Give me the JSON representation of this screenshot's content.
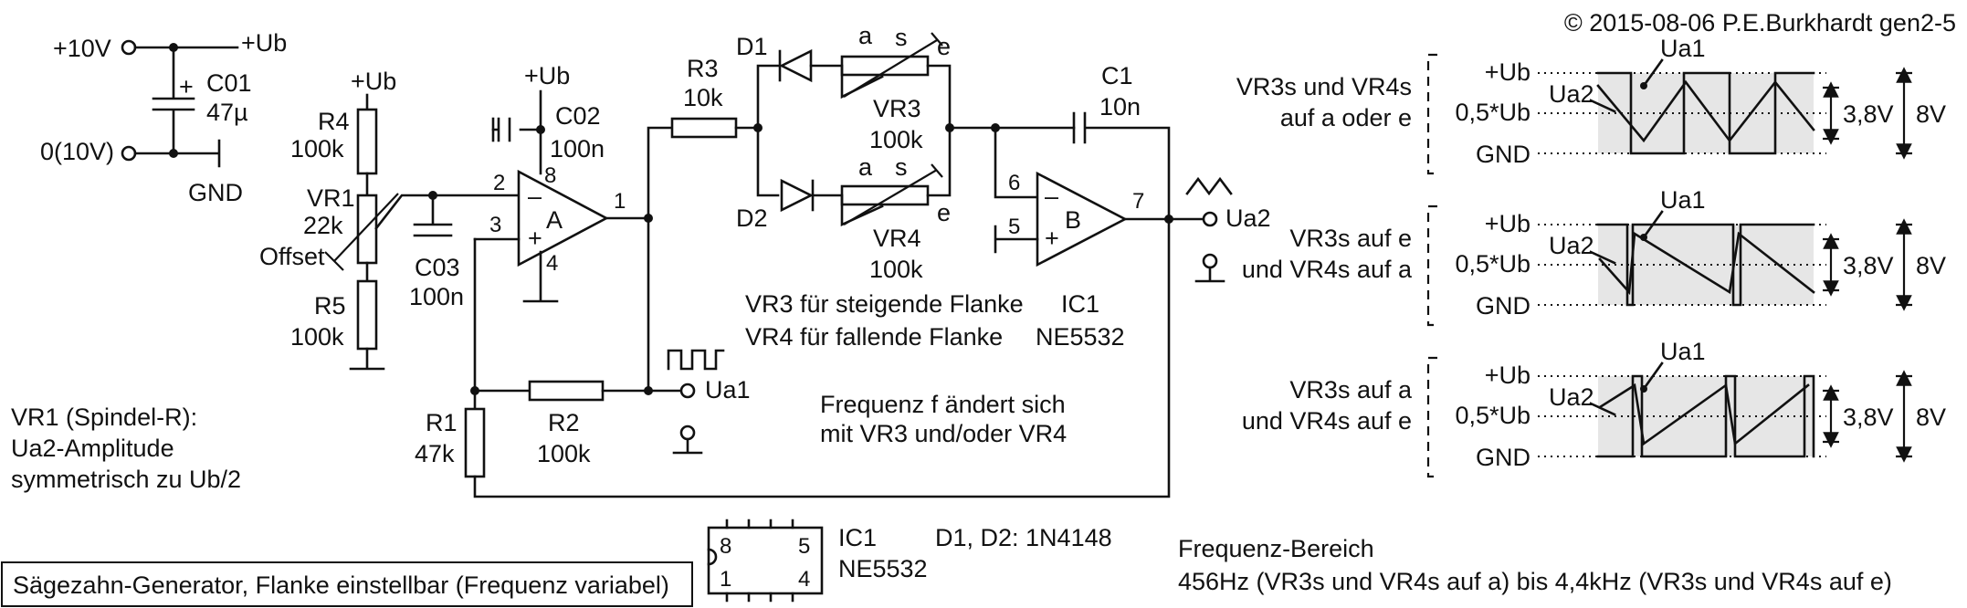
{
  "copyright": "© 2015-08-06 P.E.Burkhardt gen2-5",
  "title": "Sägezahn-Generator, Flanke einstellbar (Frequenz variabel)",
  "supply": {
    "plus10v": "+10V",
    "ub": "+Ub",
    "zero": "0(10V)",
    "gnd": "GND",
    "c01_name": "C01",
    "c01_value": "47µ",
    "plus_sign": "+"
  },
  "parts": {
    "r4_name": "R4",
    "r4_value": "100k",
    "vr1_name": "VR1",
    "vr1_value": "22k",
    "vr1_offset": "Offset",
    "r5_name": "R5",
    "r5_value": "100k",
    "ub_r4": "+Ub",
    "c03_name": "C03",
    "c03_value": "100n",
    "ub_opamp": "+Ub",
    "c02_name": "C02",
    "c02_value": "100n",
    "opamp_a": "A",
    "pin2": "2",
    "pin3": "3",
    "pin8": "8",
    "pin4": "4",
    "pin1": "1",
    "minus": "–",
    "plus": "+",
    "r3_name": "R3",
    "r3_value": "10k",
    "d1": "D1",
    "d2": "D2",
    "vr3_a": "a",
    "vr3_s": "s",
    "vr3_e": "e",
    "vr3_name": "VR3",
    "vr3_value": "100k",
    "vr4_a": "a",
    "vr4_s": "s",
    "vr4_e": "e",
    "vr4_name": "VR4",
    "vr4_value": "100k",
    "c1_name": "C1",
    "c1_value": "10n",
    "opamp_b": "B",
    "pin6": "6",
    "pin5": "5",
    "pin7": "7",
    "ua2": "Ua2",
    "ua1": "Ua1",
    "r1_name": "R1",
    "r1_value": "47k",
    "r2_name": "R2",
    "r2_value": "100k",
    "ic1_name": "IC1",
    "ic1_type": "NE5532"
  },
  "notes": {
    "vr3_rising": "VR3 für steigende Flanke",
    "vr4_falling": "VR4 für fallende Flanke",
    "ic1": "IC1",
    "ne5532": "NE5532",
    "freq_line1": "Frequenz f ändert sich",
    "freq_line2": "mit VR3 und/oder VR4",
    "vr1_line1": "VR1 (Spindel-R):",
    "vr1_line2": "Ua2-Amplitude",
    "vr1_line3": "symmetrisch zu Ub/2",
    "diodes": "D1, D2: 1N4148",
    "range_line1": "Frequenz-Bereich",
    "range_line2": "456Hz (VR3s und VR4s auf a) bis 4,4kHz (VR3s und VR4s auf e)"
  },
  "package": {
    "pin8": "8",
    "pin5": "5",
    "pin1": "1",
    "pin4": "4",
    "name": "IC1",
    "type": "NE5532"
  },
  "waveforms": [
    {
      "cond1": "VR3s und VR4s",
      "cond2": "auf a oder e",
      "ub": "+Ub",
      "half": "0,5*Ub",
      "gnd": "GND",
      "ua1": "Ua1",
      "ua2": "Ua2",
      "amp": "3,8V",
      "supply": "8V"
    },
    {
      "cond1": "VR3s auf e",
      "cond2": "und VR4s auf a",
      "ub": "+Ub",
      "half": "0,5*Ub",
      "gnd": "GND",
      "ua1": "Ua1",
      "ua2": "Ua2",
      "amp": "3,8V",
      "supply": "8V"
    },
    {
      "cond1": "VR3s auf a",
      "cond2": "und VR4s auf e",
      "ub": "+Ub",
      "half": "0,5*Ub",
      "gnd": "GND",
      "ua1": "Ua1",
      "ua2": "Ua2",
      "amp": "3,8V",
      "supply": "8V"
    }
  ]
}
